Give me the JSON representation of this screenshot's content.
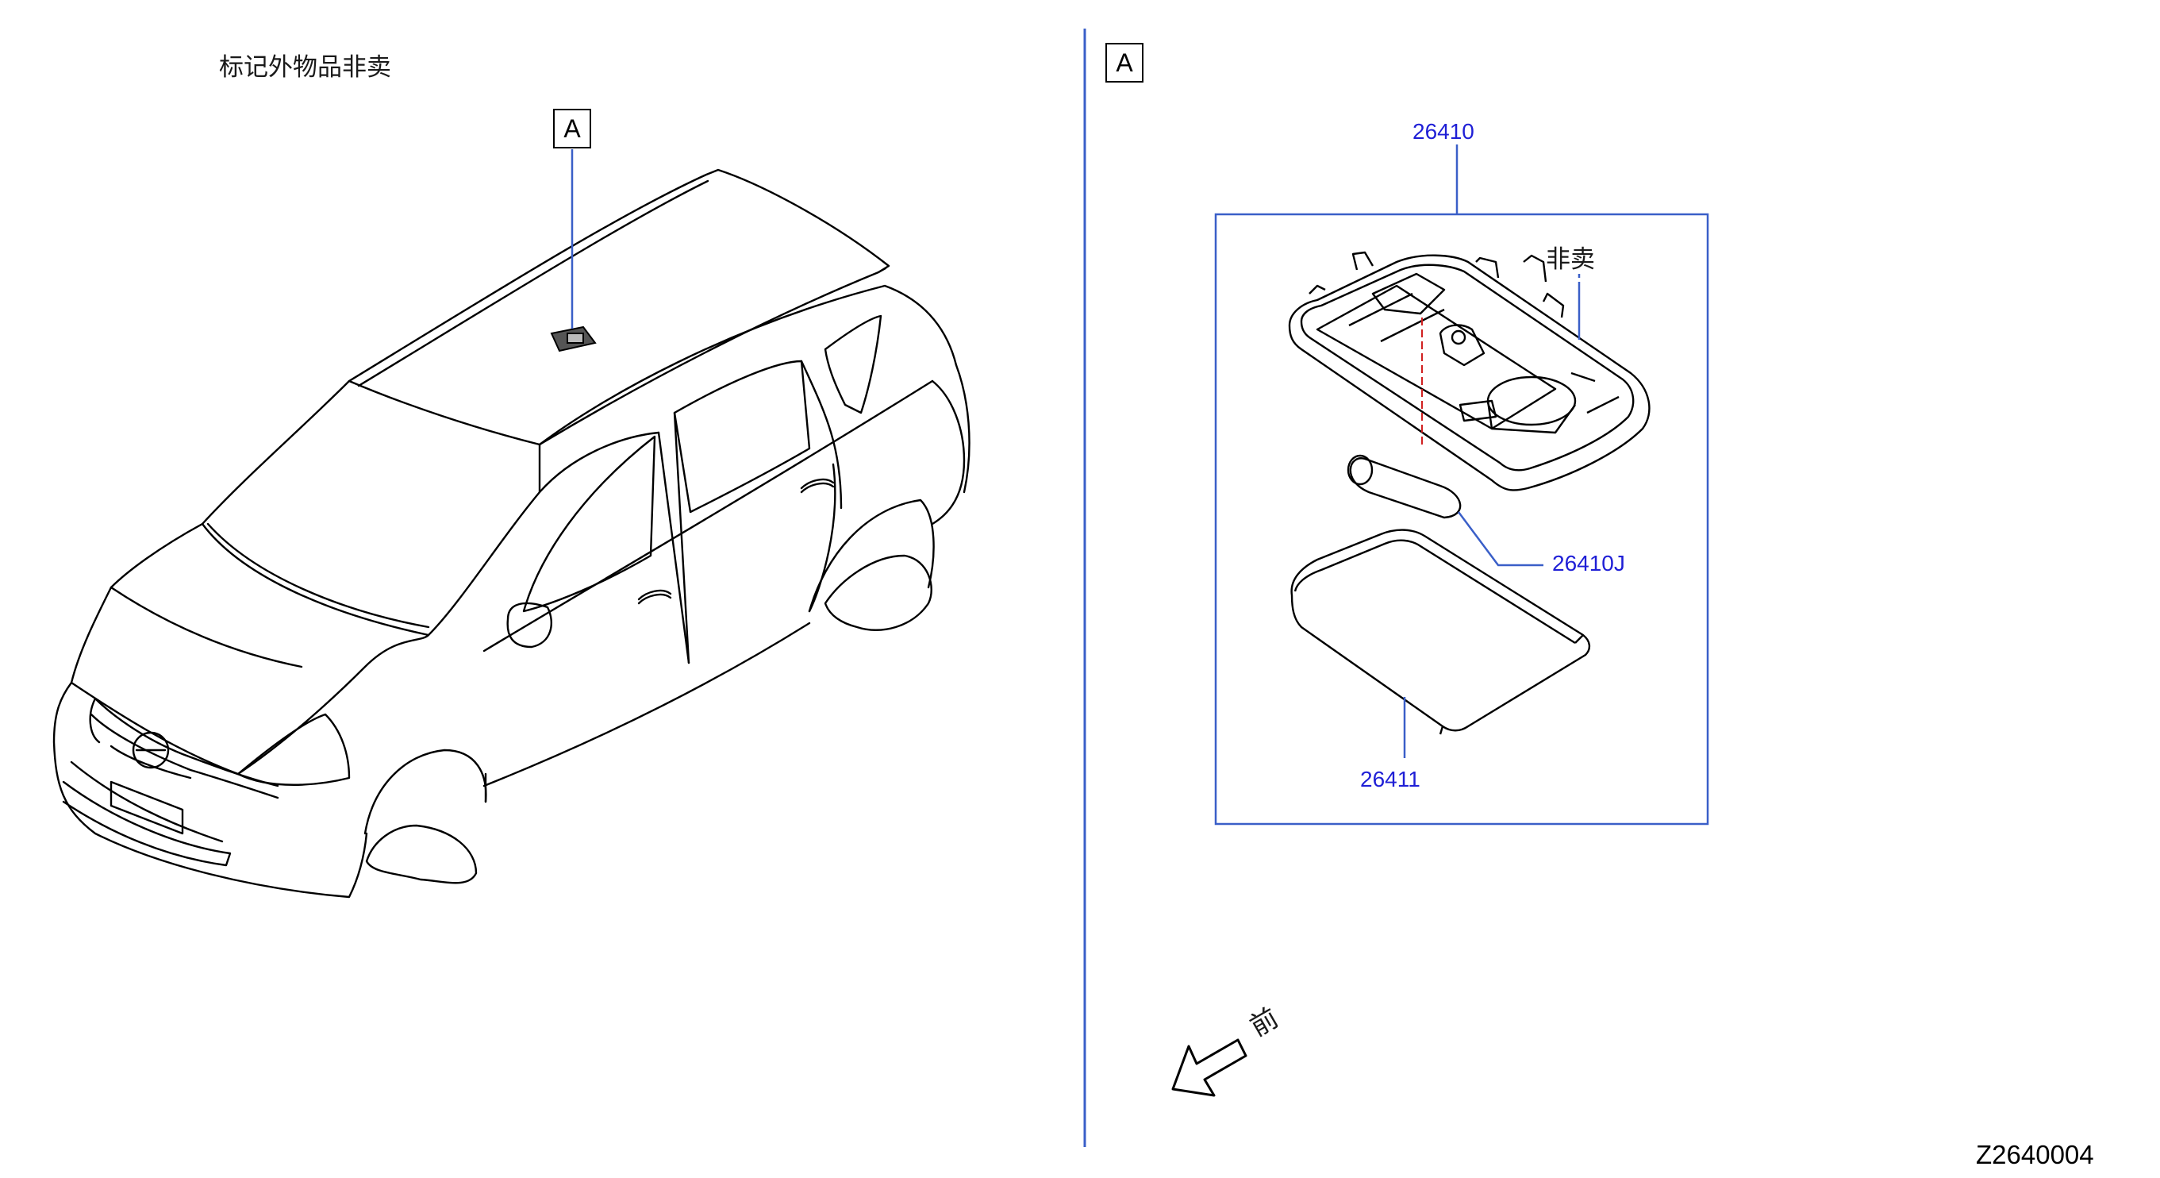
{
  "header_note": "标记外物品非卖",
  "view_tag": "A",
  "detail_tag": "A",
  "parts": {
    "assembly": "26410",
    "bulb": "26410J",
    "lens": "26411"
  },
  "not_sold_label": "非卖",
  "front_label": "前",
  "diagram_code": "Z2640004",
  "colors": {
    "leader_blue": "#3a5fc8",
    "part_text": "#1f1fd6",
    "centerline_red": "#d02020",
    "outline": "#000000"
  }
}
